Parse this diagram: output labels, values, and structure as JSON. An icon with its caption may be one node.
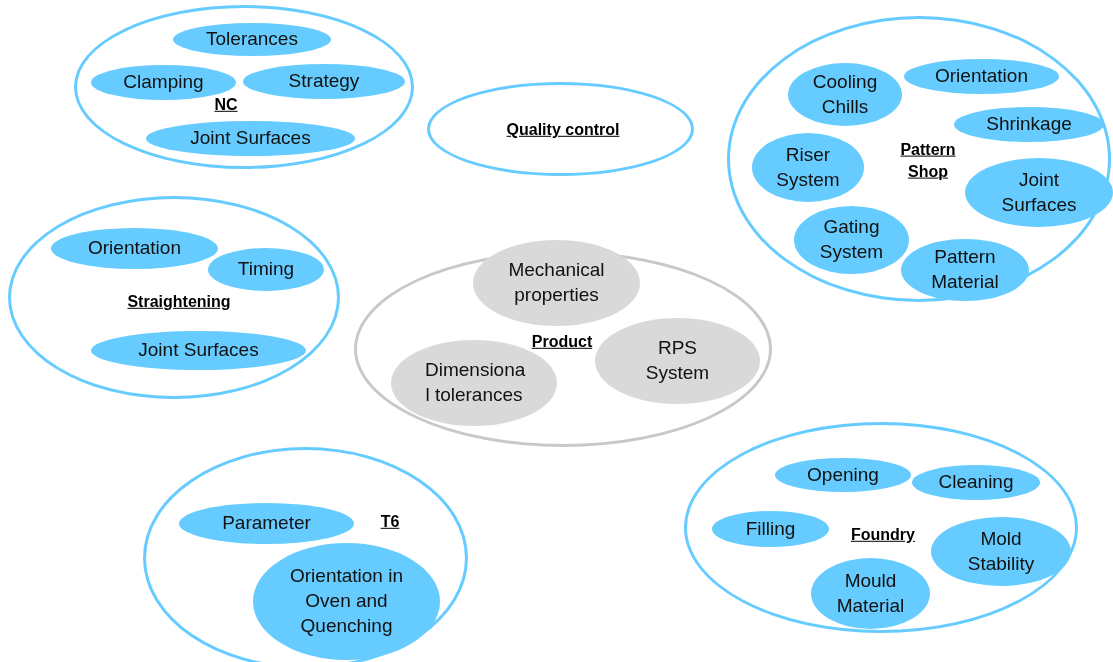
{
  "diagram": {
    "nodes": [
      {
        "text": [
          "NC"
        ]
      },
      {
        "text": [
          "Tolerances"
        ],
        "in": 0
      },
      {
        "text": [
          "Clamping"
        ],
        "in": 0
      },
      {
        "text": [
          "Strategy"
        ],
        "in": 0
      },
      {
        "text": [
          "Joint Surfaces"
        ],
        "in": 0
      },
      {
        "text": [
          "Quality control"
        ]
      },
      {
        "text": [
          "Pattern Shop"
        ]
      },
      {
        "text": [
          "Cooling Chills"
        ],
        "in": 6
      },
      {
        "text": [
          "Orientation"
        ],
        "in": 6
      },
      {
        "text": [
          "Shrinkage"
        ],
        "in": 6
      },
      {
        "text": [
          "Riser System"
        ],
        "in": 6
      },
      {
        "text": [
          "Joint Surfaces"
        ],
        "in": 6
      },
      {
        "text": [
          "Gating System"
        ],
        "in": 6
      },
      {
        "text": [
          "Pattern Material"
        ],
        "in": 6
      },
      {
        "text": [
          "Straightening"
        ]
      },
      {
        "text": [
          "Orientation"
        ],
        "in": 14
      },
      {
        "text": [
          "Timing"
        ],
        "in": 14
      },
      {
        "text": [
          "Joint Surfaces"
        ],
        "in": 14
      },
      {
        "text": [
          "Product"
        ]
      },
      {
        "text": [
          "Mechanical properties"
        ],
        "in": 18
      },
      {
        "text": [
          "RPS System"
        ],
        "in": 18
      },
      {
        "text": [
          "Dimensiona l tolerances"
        ],
        "in": 18
      },
      {
        "text": [
          "T6"
        ]
      },
      {
        "text": [
          "Parameter"
        ],
        "in": 22
      },
      {
        "text": [
          "Orientation in Oven and Quenching"
        ],
        "in": 22
      },
      {
        "text": [
          "Foundry"
        ]
      },
      {
        "text": [
          "Opening"
        ],
        "in": 25
      },
      {
        "text": [
          "Cleaning"
        ],
        "in": 25
      },
      {
        "text": [
          "Filling"
        ],
        "in": 25
      },
      {
        "text": [
          "Mold Stability"
        ],
        "in": 25
      },
      {
        "text": [
          "Mould Material"
        ],
        "in": 25
      }
    ],
    "edges": []
  }
}
